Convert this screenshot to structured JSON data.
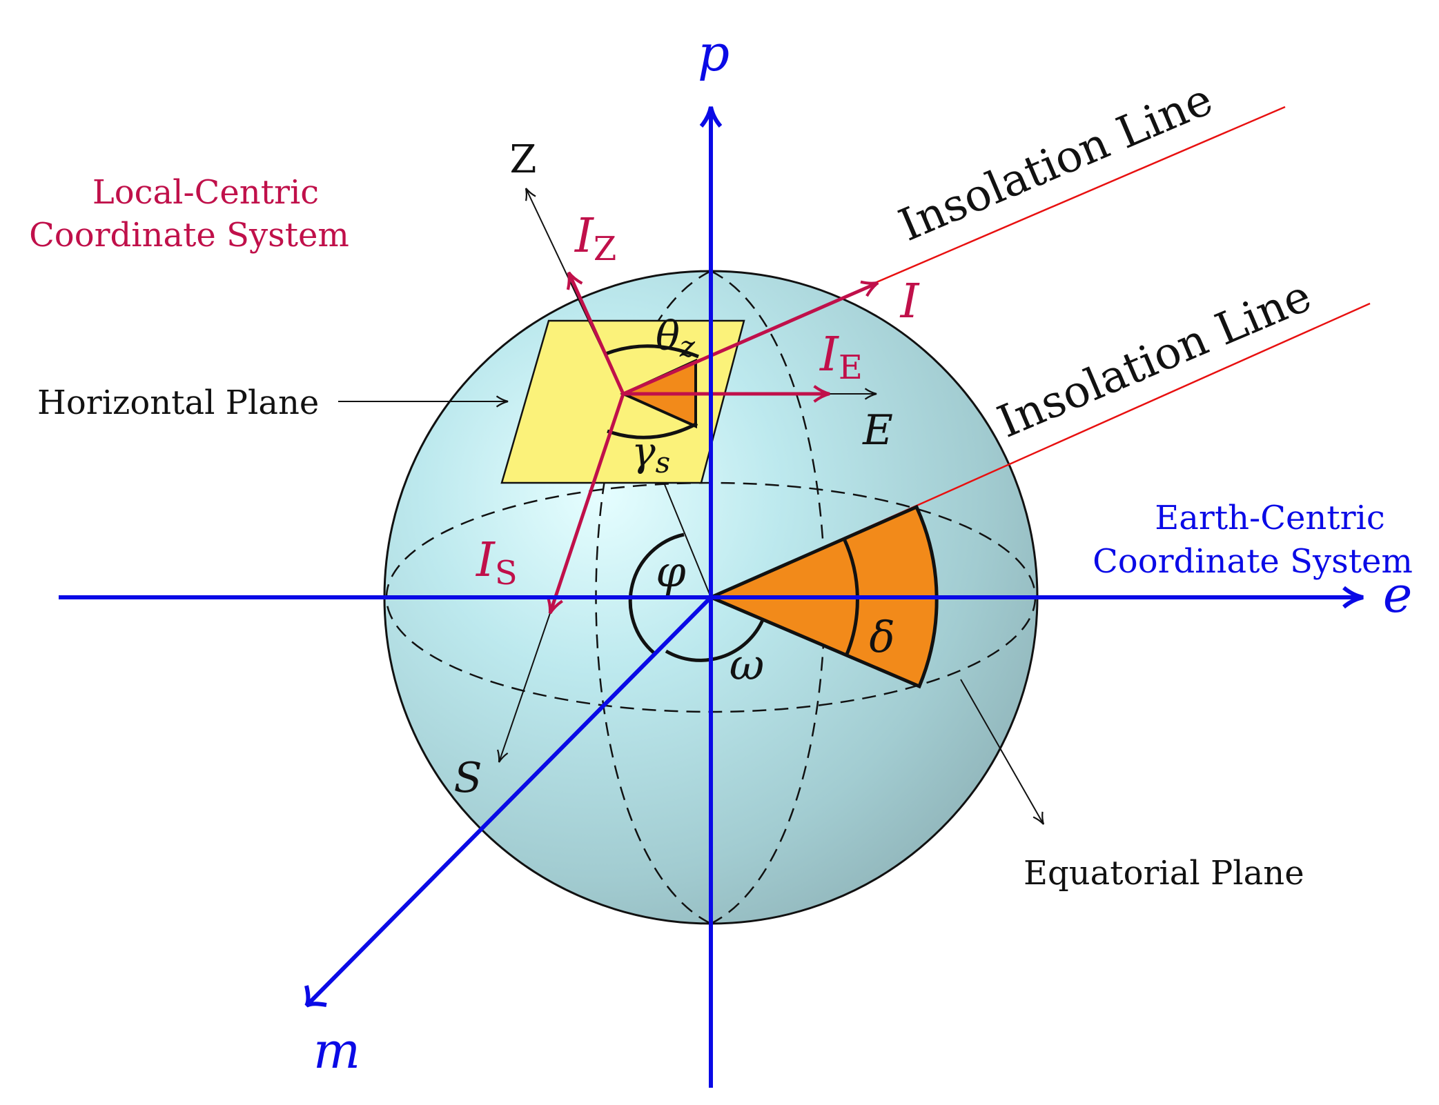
{
  "labels": {
    "local_system_line1": "Local-Centric",
    "local_system_line2": "Coordinate System",
    "earth_system_line1": "Earth-Centric",
    "earth_system_line2": "Coordinate System",
    "horizontal_plane": "Horizontal Plane",
    "equatorial_plane": "Equatorial Plane",
    "insolation_line_1": "Insolation Line",
    "insolation_line_2": "Insolation Line"
  },
  "axes": {
    "p": "p",
    "e": "e",
    "m": "m",
    "Z": "Z",
    "E": "E",
    "S": "S"
  },
  "vectors": {
    "I": "I",
    "I_Z": "I",
    "I_Z_sub": "Z",
    "I_E": "I",
    "I_E_sub": "E",
    "I_S": "I",
    "I_S_sub": "S"
  },
  "angles": {
    "theta": "θ",
    "theta_sub": "z",
    "gamma": "γ",
    "gamma_sub": "s",
    "phi": "φ",
    "omega": "ω",
    "delta": "δ"
  },
  "colors": {
    "earth_axes": "#0a0ae6",
    "local_vectors": "#c0104a",
    "insolation": "#e81010",
    "plane_fill": "#fbf27a",
    "wedge_fill": "#f28a1a",
    "sphere_light": "#dffcff",
    "sphere_dark": "#8fb9be"
  }
}
